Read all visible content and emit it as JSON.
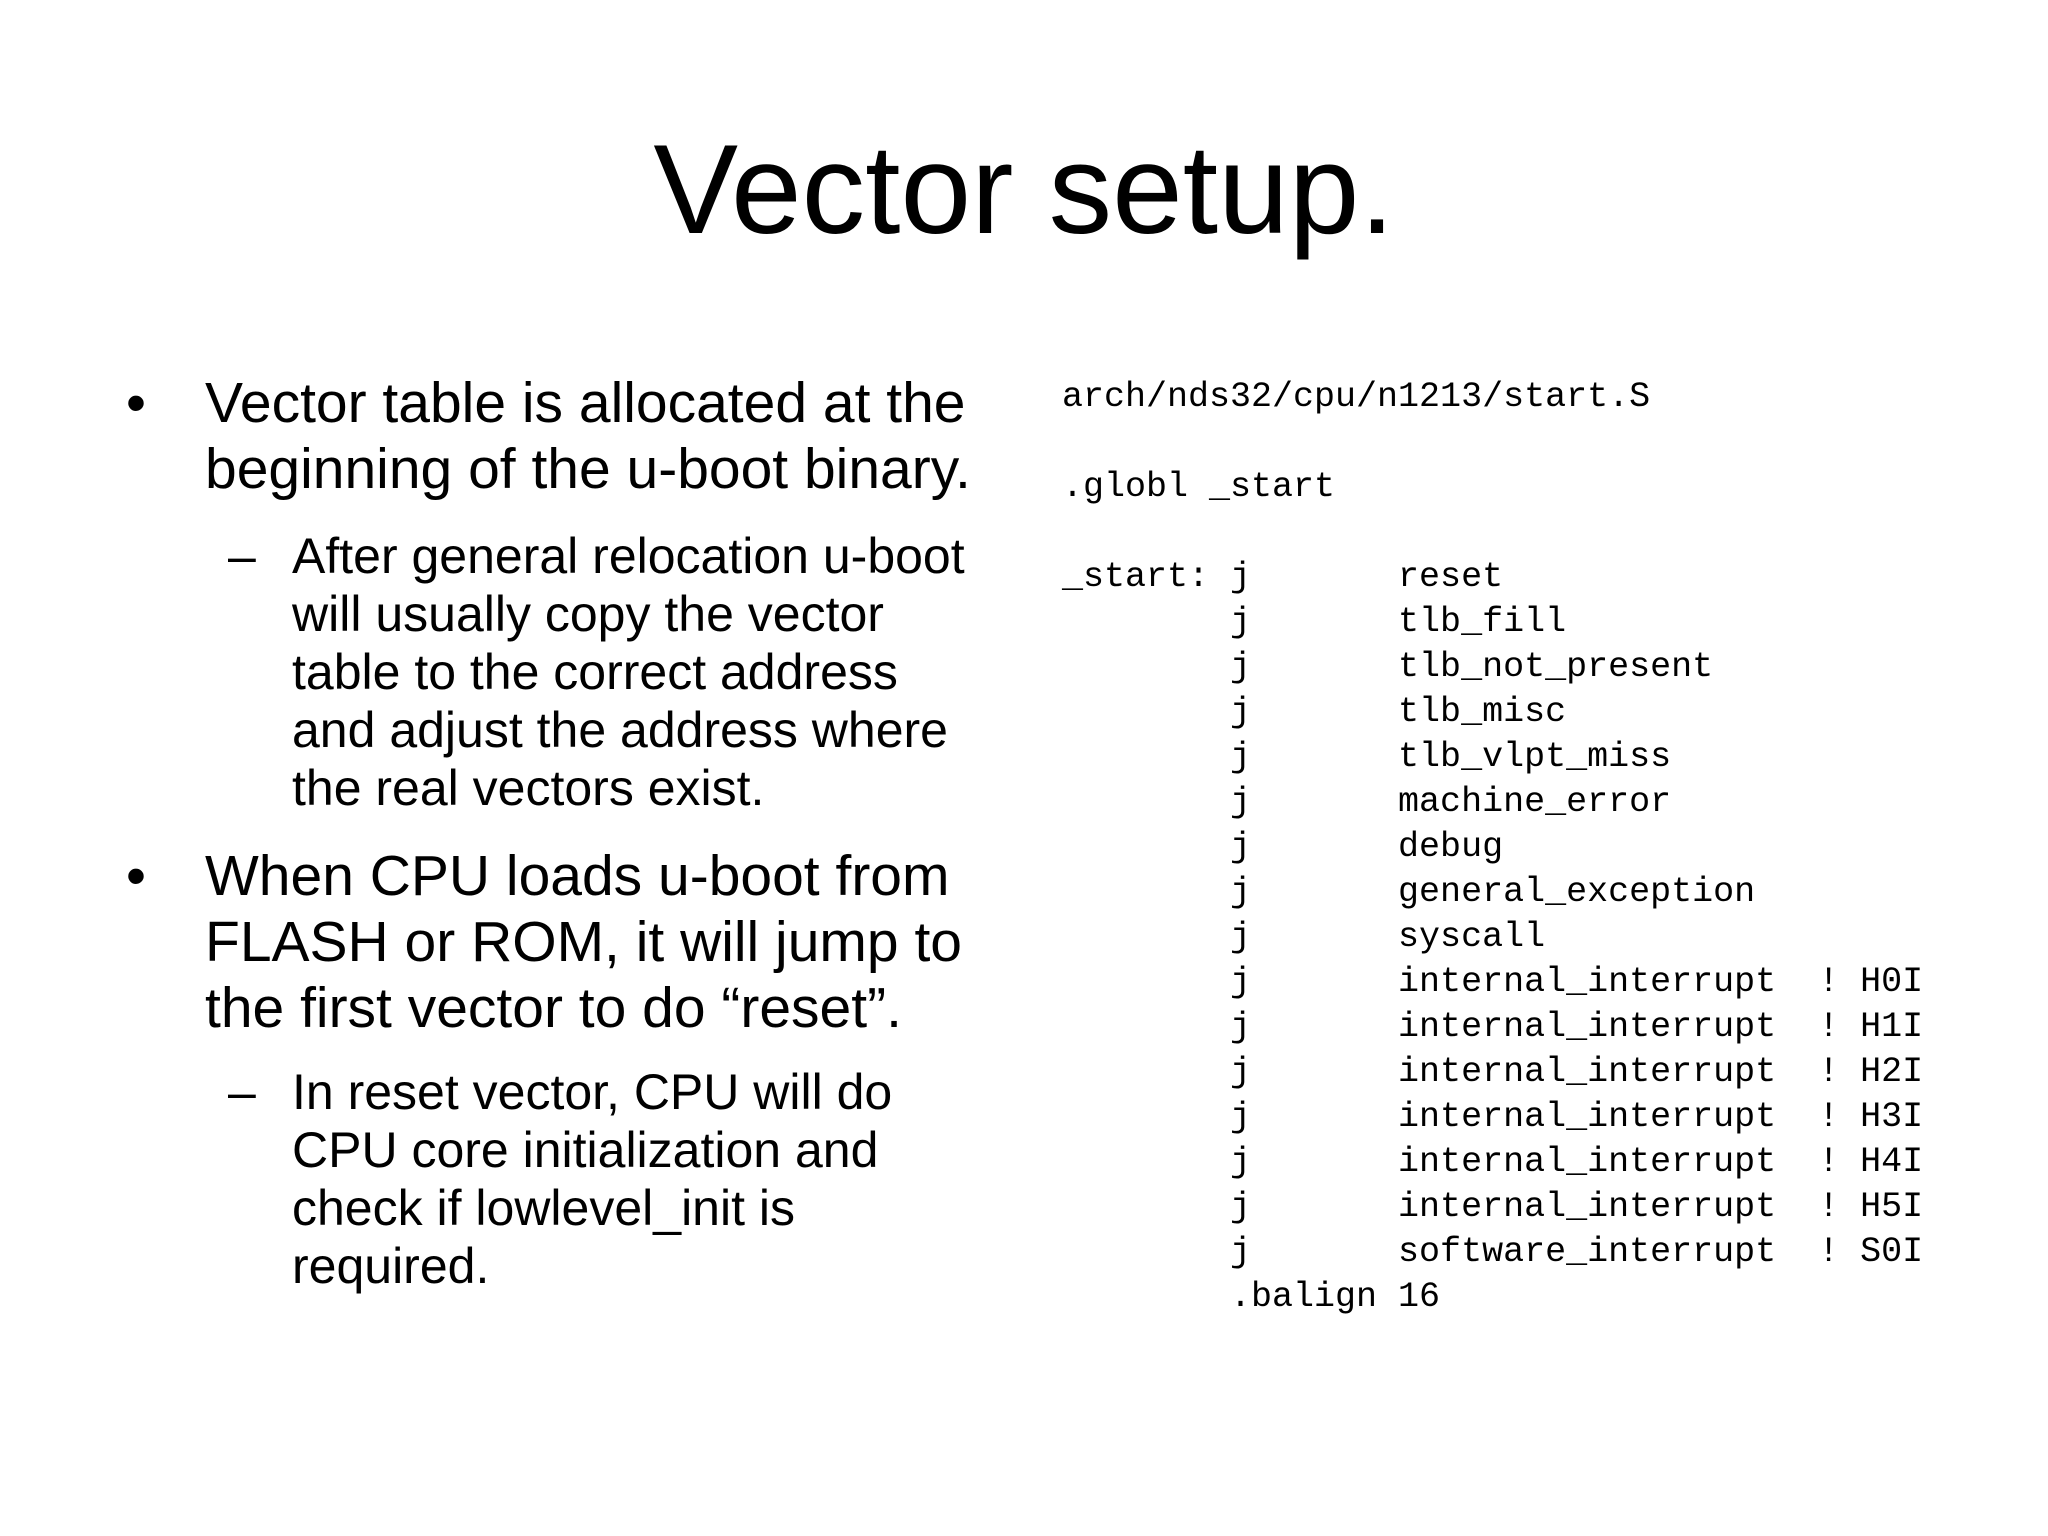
{
  "slide": {
    "title": "Vector setup.",
    "bullets": [
      {
        "level": 1,
        "marker": "•",
        "lines": [
          "Vector table is allocated at the",
          "beginning of the u-boot binary."
        ]
      },
      {
        "level": 2,
        "marker": "–",
        "lines": [
          "After general relocation u-boot",
          "will usually copy the vector",
          "table to the correct address",
          "and adjust the address where",
          "the real vectors exist."
        ]
      },
      {
        "level": 1,
        "marker": "•",
        "lines": [
          "When CPU loads u-boot from",
          "FLASH or ROM, it will jump to",
          "the first vector to do “reset”."
        ]
      },
      {
        "level": 2,
        "marker": "–",
        "lines": [
          "In reset vector, CPU will do",
          "CPU core initialization and",
          "check if lowlevel_init is",
          "required."
        ]
      }
    ],
    "code": {
      "lines": [
        "arch/nds32/cpu/n1213/start.S",
        "",
        ".globl _start",
        "",
        "_start: j       reset",
        "        j       tlb_fill",
        "        j       tlb_not_present",
        "        j       tlb_misc",
        "        j       tlb_vlpt_miss",
        "        j       machine_error",
        "        j       debug",
        "        j       general_exception",
        "        j       syscall",
        "        j       internal_interrupt  ! H0I",
        "        j       internal_interrupt  ! H1I",
        "        j       internal_interrupt  ! H2I",
        "        j       internal_interrupt  ! H3I",
        "        j       internal_interrupt  ! H4I",
        "        j       internal_interrupt  ! H5I",
        "        j       software_interrupt  ! S0I",
        "        .balign 16"
      ]
    },
    "colors": {
      "background": "#ffffff",
      "text": "#000000"
    }
  }
}
